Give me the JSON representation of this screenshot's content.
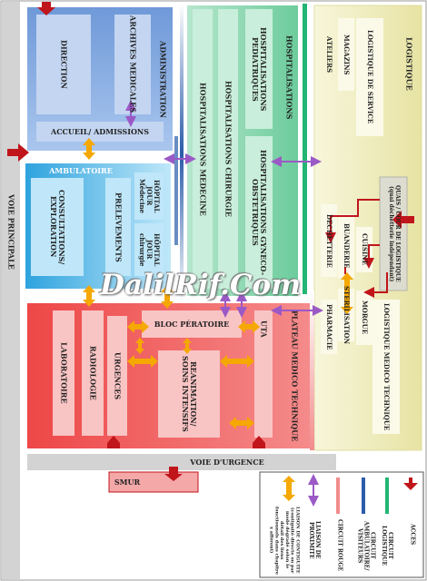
{
  "labels": {
    "voie_principale": "VOIE PRINCIPALE",
    "administration": "ADMINISTRATION",
    "direction": "DIRECTION",
    "archives": "ARCHIVES MEDICALES",
    "accueil": "ACCUEIL/ ADMISSIONS",
    "ambulatoire": "AMBULATOIRE",
    "consultations": "CONSULTATIONS/ EXPLORATION",
    "prelevements": "PRELEVEMENTS",
    "hopital_medecine": "HÔPITAL JOUR Médecine",
    "hopital_chirurgie": "HÔPITAL JOUR chirurgie",
    "hospitalisations": "HOSPITALISATIONS",
    "hosp_medecine": "HOSPITALISATIONS MEDECINE",
    "hosp_chirurgie": "HOSPITALISATIONS CHIRURGIE",
    "hosp_pediatriques": "HOSPITALISATIONS PEDIATRIQUES",
    "hosp_gyneco": "HOSPITALISATIONS GYNECO-OBSTETRIQUES",
    "logistique": "LOGISTIQUE",
    "logistique_service": "LOGISTIQUE DE SERVICE",
    "magasins": "MAGAZINS",
    "ateliers": "ATELIERS",
    "quais": "QUAIS / COUR DE LOGISTIQUE (quai déchetterie indépendant)",
    "dechetterie": "DECHETTERIE",
    "buanderie": "BUANDERIE",
    "cuisine": "CUISINE",
    "logistique_medico": "LOGISTIQUE MEDICO TECHNIQUE",
    "sterilisation": "STERILISATION",
    "morgue": "MORGUE",
    "pharmacie": "PHARMACIE",
    "plateau": "PLATEAU MEDICO TECHNIQUE",
    "laboratoire": "LABORATOIRE",
    "radiologie": "RADIOLOGIE",
    "urgences": "URGENCES",
    "bloc": "BLOC PÉRATOIRE",
    "reanimation": "REANIMATION/ SOINS INTENSIFS",
    "uta": "UTA",
    "voie_urgence": "VOIE D'URGENCE",
    "smur": "SMUR",
    "watermark": "DalilRif.Com"
  },
  "legend": {
    "acces": "ACCES",
    "circuit_logistique": "CIRCUIT LOGISTIQUE",
    "circuit_ambulatoire": "CIRCUIT AMBULATOIRE/ VISITEURS",
    "circuit_rouge": "CIRCUIT ROUGE",
    "liaison_proximite": "LIAISON DE PROXIMITE",
    "liaison_contiguite": "LIAISON DE CONTIGUITE (contiguité directe ou par mode dégradé selon le détail des liens fonctionnels dans chapitre x afférent)"
  },
  "colors": {
    "administration": "#8fb4e3",
    "ambulatoire": "#5fc0ec",
    "hospitalisations": "#8fd7b5",
    "logistique": "#f1efc1",
    "plateau": "#f05a5a",
    "voie": "#d3d3d3",
    "access_arrow": "#c0151b",
    "contiguity_arrow": "#f5a800",
    "proximity_arrow": "#9b59c6",
    "circuit_logistique": "#22b573",
    "circuit_ambulatoire": "#2a5caa",
    "circuit_rouge": "#f28c8c"
  }
}
